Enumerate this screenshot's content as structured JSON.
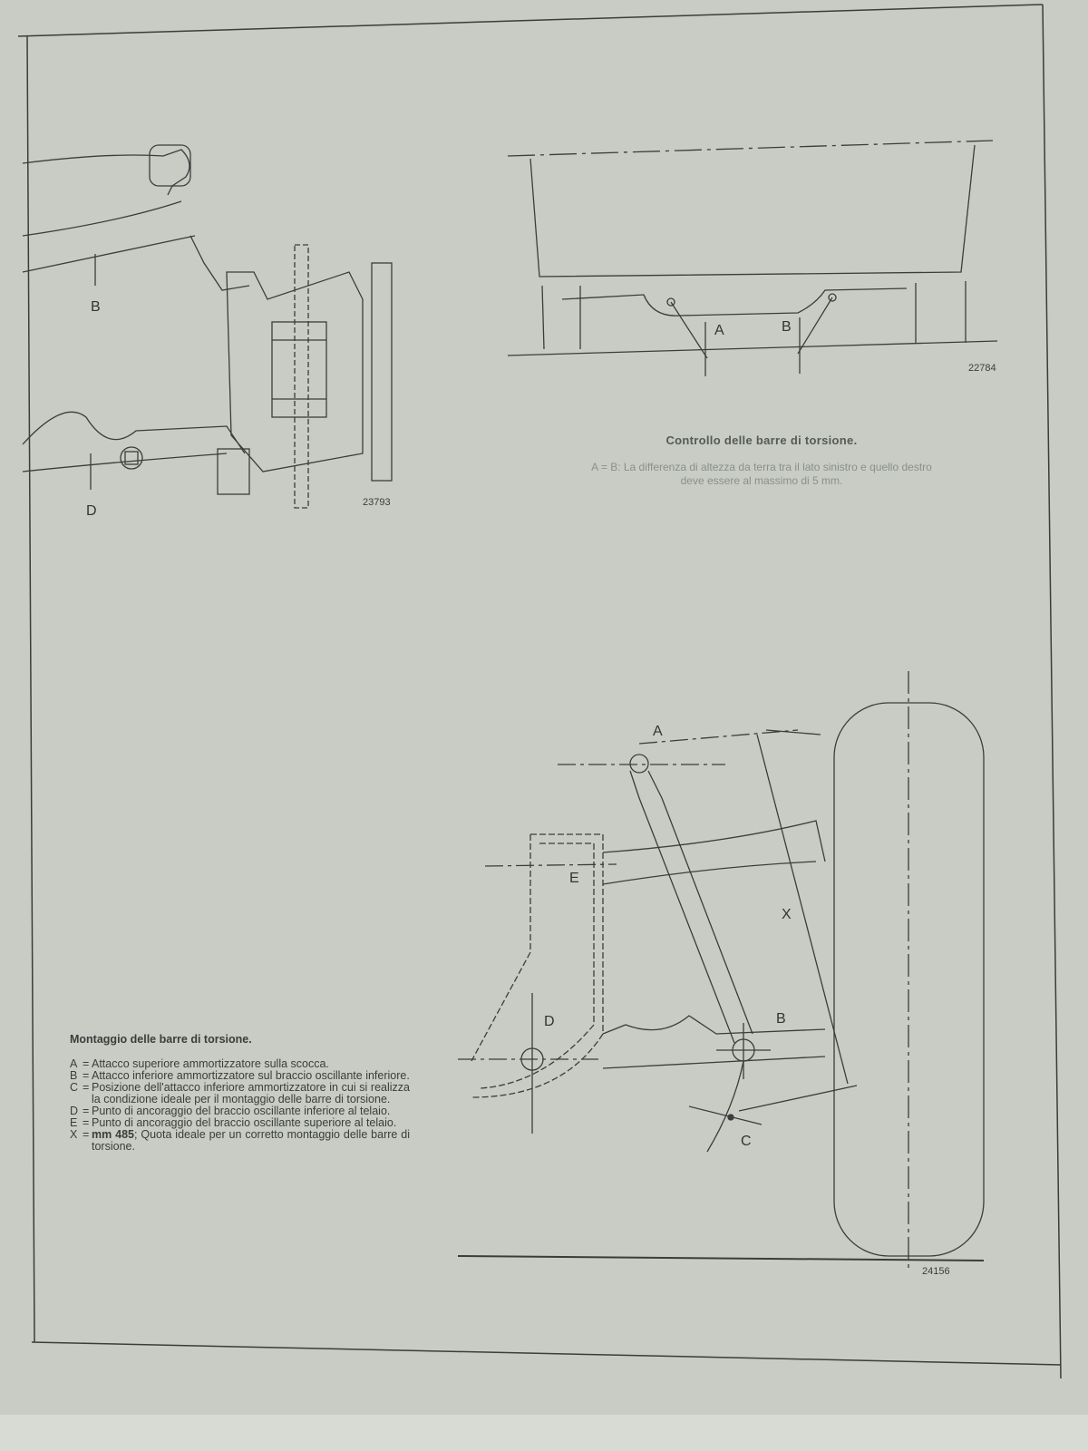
{
  "figure_top_left": {
    "number": "23793",
    "labels": [
      "B",
      "D"
    ]
  },
  "figure_top_right": {
    "number": "22784",
    "labels": [
      "A",
      "B"
    ],
    "title": "Controllo delle barre di torsione.",
    "caption_line1": "A = B: La differenza di altezza da terra tra il lato sinistro e quello destro",
    "caption_line2": "deve essere al massimo di 5 mm."
  },
  "figure_bottom": {
    "number": "24156",
    "labels": [
      "A",
      "E",
      "X",
      "D",
      "B",
      "C"
    ]
  },
  "legend": {
    "title": "Montaggio delle barre di torsione.",
    "items": [
      {
        "key": "A",
        "text": "Attacco superiore ammortizzatore sulla scocca."
      },
      {
        "key": "B",
        "text": "Attacco inferiore ammortizzatore sul braccio oscillante inferiore."
      },
      {
        "key": "C",
        "text": "Posizione dell'attacco inferiore ammortizzatore in cui si realizza la condizione ideale per il montaggio delle barre di torsione."
      },
      {
        "key": "D",
        "text": "Punto di ancoraggio del braccio oscillante inferiore al telaio."
      },
      {
        "key": "E",
        "text": "Punto di ancoraggio del braccio oscillante superiore al telaio."
      },
      {
        "key": "X",
        "value": "mm 485",
        "text": "; Quota ideale per un corretto montaggio delle barre di torsione."
      }
    ]
  }
}
